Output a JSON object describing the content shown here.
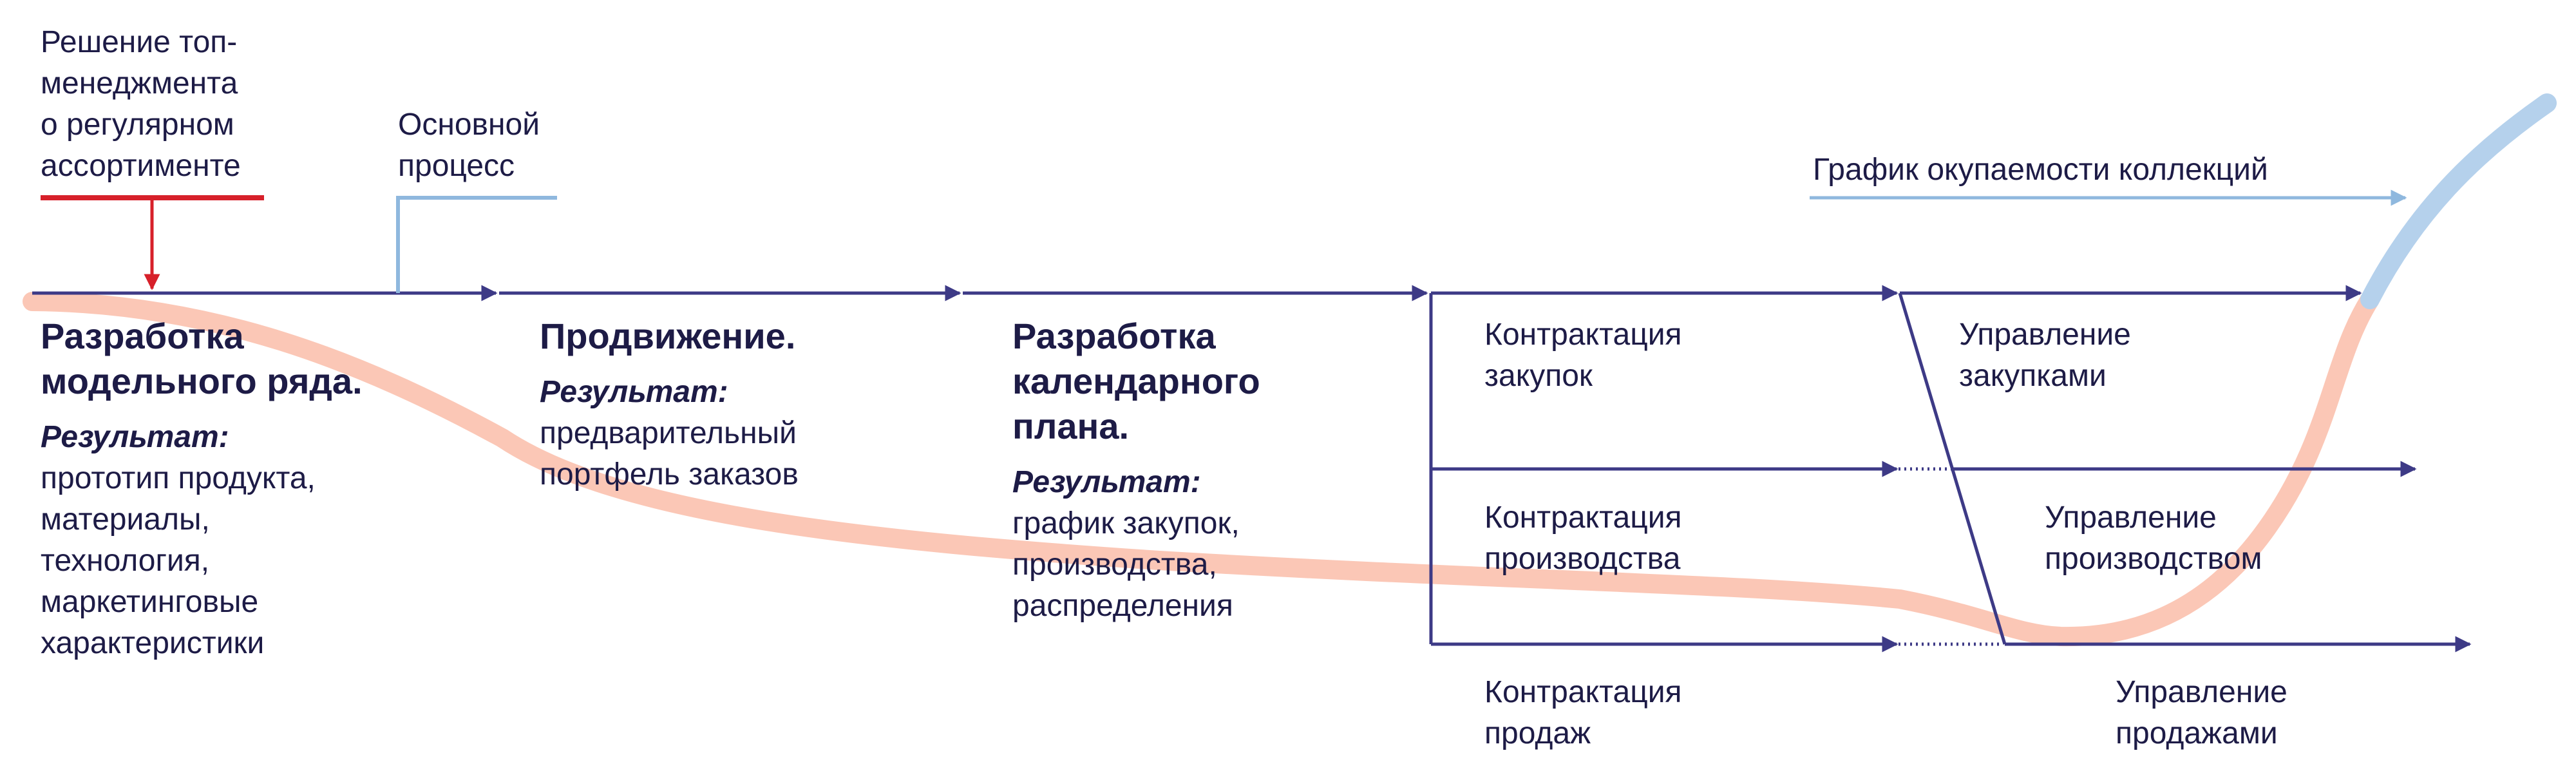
{
  "colors": {
    "main_arrow": "#3d3a86",
    "decision_red": "#d7202a",
    "process_blue": "#8fb8de",
    "salmon_curve": "#fbc7b6",
    "blue_curve": "#b5d1ec",
    "text": "#1d1b46"
  },
  "annotations": {
    "top_decision": [
      "Решение топ-",
      "менеджмента",
      "о регулярном",
      "ассортименте"
    ],
    "main_process": [
      "Основной",
      "процесс"
    ],
    "payback_chart": "График окупаемости коллекций"
  },
  "stages": [
    {
      "title": [
        "Разработка",
        "модельного ряда."
      ],
      "result_label": "Результат:",
      "result": [
        "прототип продукта,",
        "материалы,",
        "технология,",
        "маркетинговые",
        "характеристики"
      ]
    },
    {
      "title": [
        "Продвижение."
      ],
      "result_label": "Результат:",
      "result": [
        "предварительный",
        "портфель заказов"
      ]
    },
    {
      "title": [
        "Разработка",
        "календарного",
        "плана."
      ],
      "result_label": "Результат:",
      "result": [
        "график закупок,",
        "производства,",
        "распределения"
      ]
    }
  ],
  "contracting": [
    [
      "Контрактация",
      "закупок"
    ],
    [
      "Контрактация",
      "производства"
    ],
    [
      "Контрактация",
      "продаж"
    ]
  ],
  "management": [
    [
      "Управление",
      "закупками"
    ],
    [
      "Управление",
      "производством"
    ],
    [
      "Управление",
      "продажами"
    ]
  ]
}
